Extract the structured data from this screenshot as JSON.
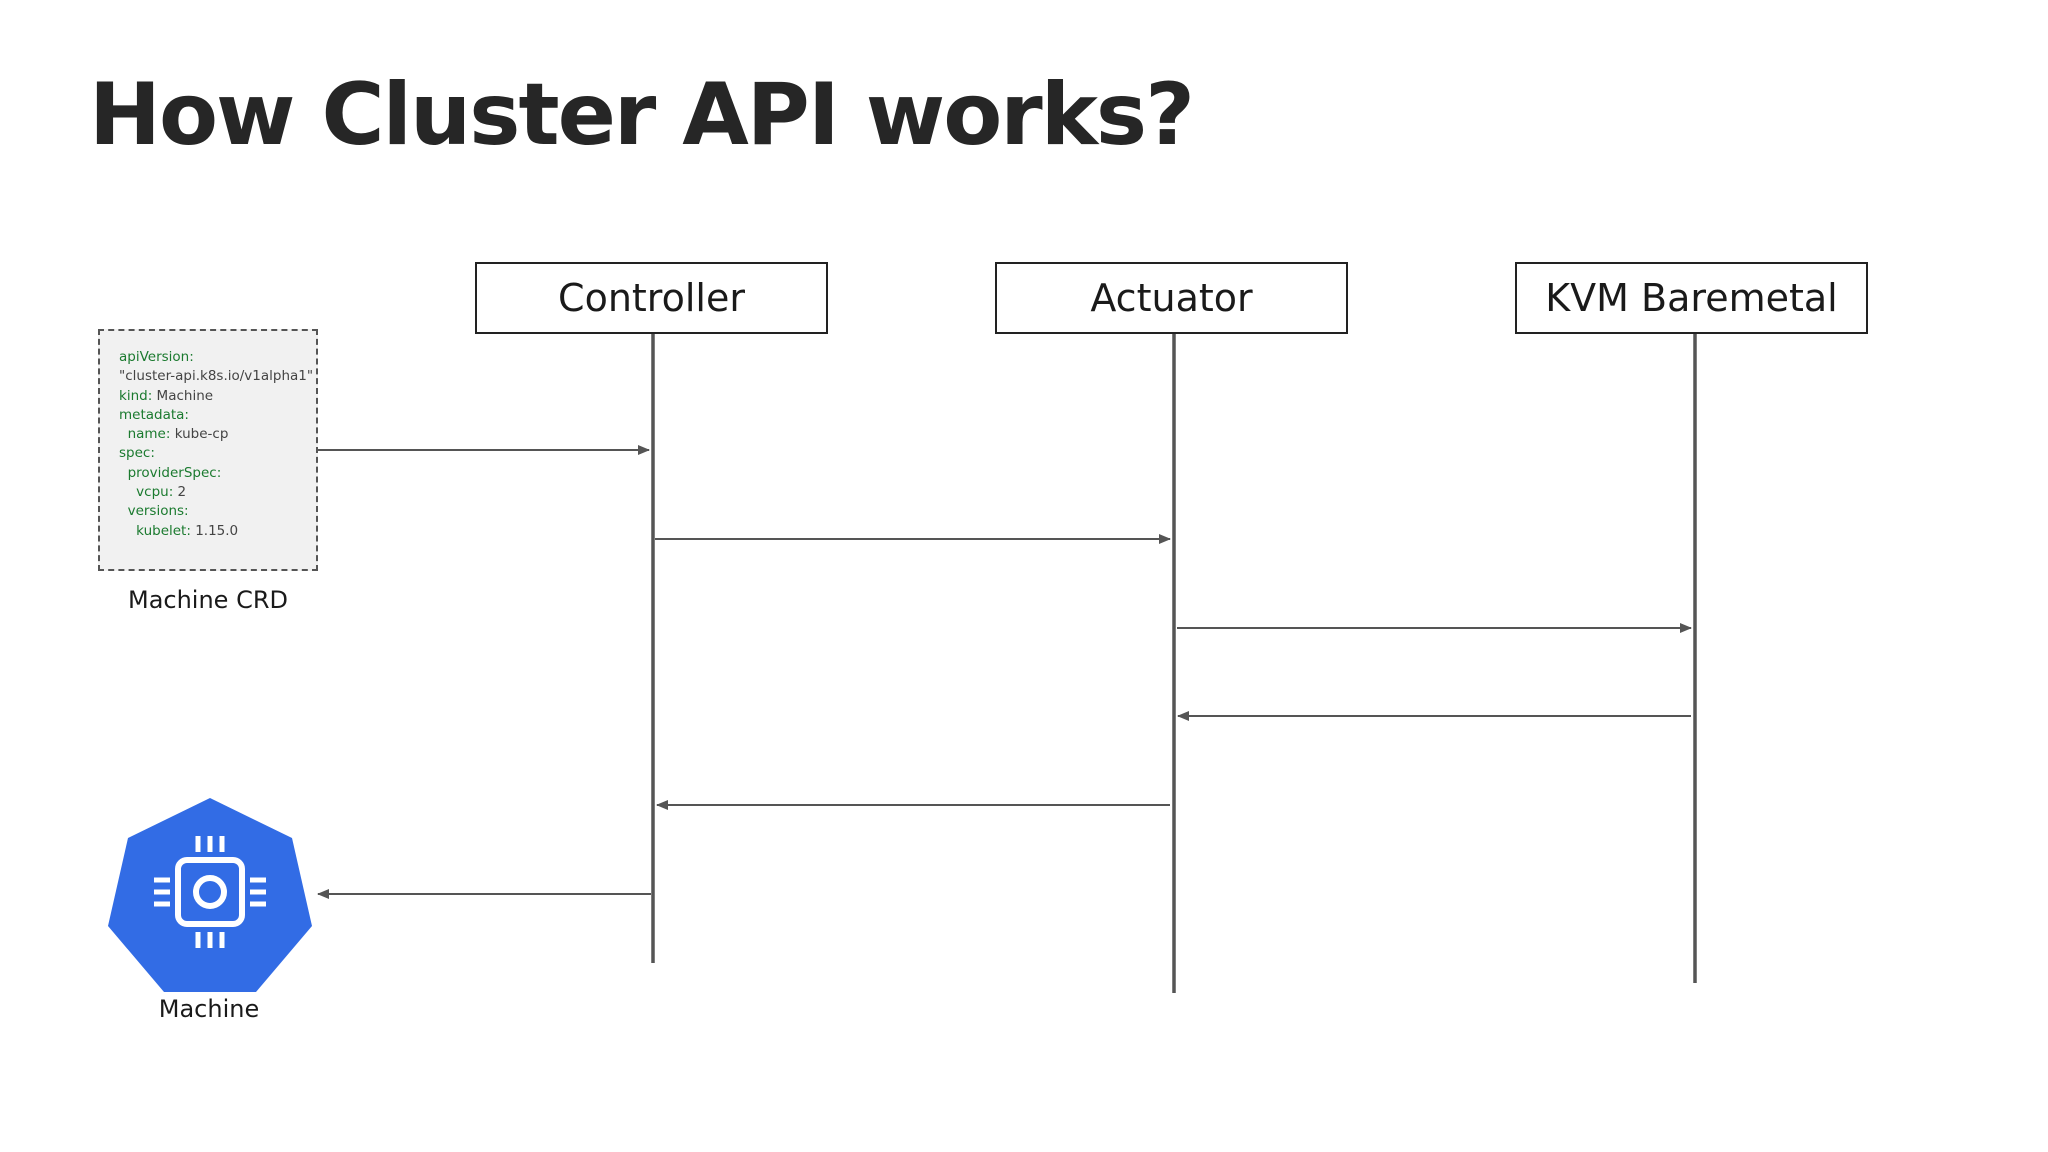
{
  "title": "How Cluster API works?",
  "actors": [
    {
      "label": "Controller"
    },
    {
      "label": "Actuator"
    },
    {
      "label": "KVM Baremetal"
    }
  ],
  "crd": {
    "caption": "Machine CRD",
    "lines": [
      {
        "key": "apiVersion:",
        "value": ""
      },
      {
        "key": "",
        "value": "\"cluster-api.k8s.io/v1alpha1\""
      },
      {
        "key": "kind:",
        "value": " Machine"
      },
      {
        "key": "metadata:",
        "value": ""
      },
      {
        "key": "  name:",
        "value": " kube-cp"
      },
      {
        "key": "spec:",
        "value": ""
      },
      {
        "key": "  providerSpec:",
        "value": ""
      },
      {
        "key": "    vcpu:",
        "value": " 2"
      },
      {
        "key": "  versions:",
        "value": ""
      },
      {
        "key": "    kubelet:",
        "value": " 1.15.0"
      }
    ]
  },
  "machine": {
    "caption": "Machine",
    "icon": "chip-icon",
    "color": "#326ce5"
  },
  "messages": [
    {
      "from": "Machine CRD",
      "to": "Controller"
    },
    {
      "from": "Controller",
      "to": "Actuator"
    },
    {
      "from": "Actuator",
      "to": "KVM Baremetal"
    },
    {
      "from": "KVM Baremetal",
      "to": "Actuator"
    },
    {
      "from": "Actuator",
      "to": "Controller"
    },
    {
      "from": "Controller",
      "to": "Machine"
    }
  ]
}
